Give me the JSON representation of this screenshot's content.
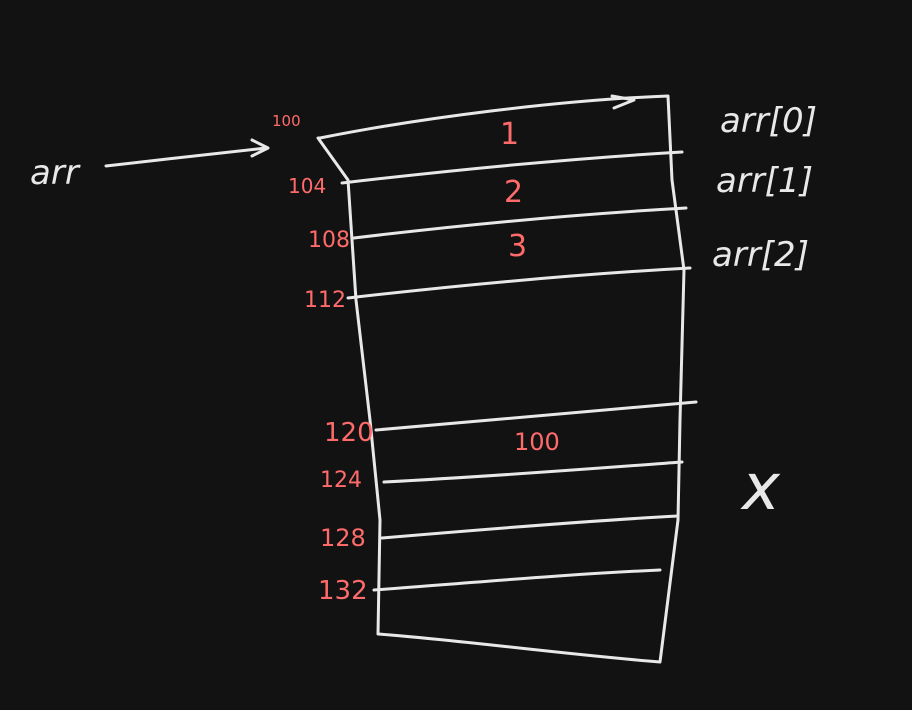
{
  "colors": {
    "background": "#121212",
    "stroke": "#e8e8e8",
    "address": "#ff6b6b",
    "value": "#ff6b6b"
  },
  "pointer": {
    "name": "arr"
  },
  "addresses": [
    "100",
    "104",
    "108",
    "112",
    "120",
    "124",
    "128",
    "132"
  ],
  "cell_values": [
    "1",
    "2",
    "3",
    "100"
  ],
  "index_labels": [
    "arr[0]",
    "arr[1]",
    "arr[2]"
  ],
  "variable_label": "x"
}
